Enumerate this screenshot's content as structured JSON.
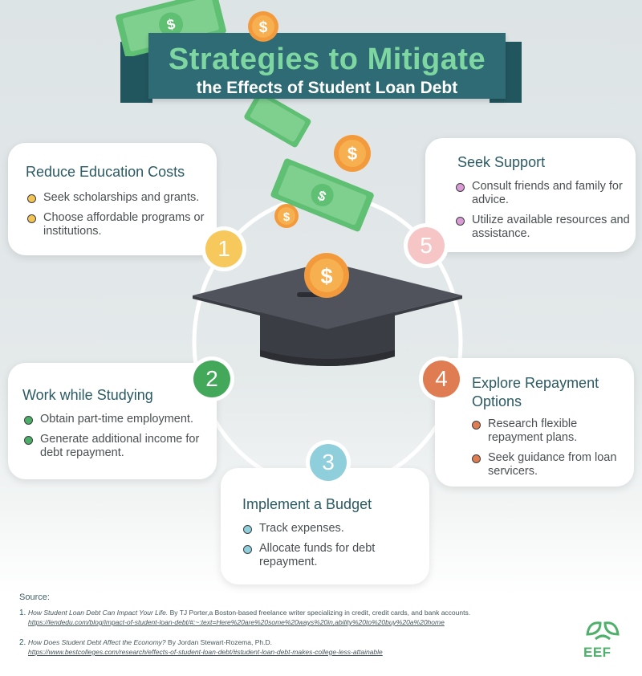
{
  "title": {
    "line1": "Strategies to Mitigate",
    "line2": "the Effects of Student Loan Debt"
  },
  "icons": {
    "money": "dollar-bill-icon",
    "coin": "dollar-coin-icon",
    "cap": "graduation-cap-icon",
    "logo": "eef-leaf-icon"
  },
  "colors": {
    "banner": "#2f6b74",
    "title_green": "#7ed6a0",
    "step1": "#f7c85c",
    "step2": "#43a85a",
    "step3": "#8fcfdc",
    "step4": "#e07c52",
    "step5": "#f6c6c6"
  },
  "steps": [
    {
      "number": "1",
      "title": "Reduce Education Costs",
      "items": [
        "Seek scholarships and grants.",
        "Choose affordable programs or institutions."
      ],
      "dot": "#f3c454"
    },
    {
      "number": "2",
      "title": "Work while Studying",
      "items": [
        "Obtain part-time employment.",
        "Generate additional income for debt repayment."
      ],
      "dot": "#4cae66"
    },
    {
      "number": "3",
      "title": "Implement a Budget",
      "items": [
        "Track expenses.",
        "Allocate funds for debt repayment."
      ],
      "dot": "#8fcfdc"
    },
    {
      "number": "4",
      "title": "Explore Repayment Options",
      "items": [
        "Research flexible repayment plans.",
        "Seek guidance from loan servicers."
      ],
      "dot": "#e07c52"
    },
    {
      "number": "5",
      "title": "Seek Support",
      "items": [
        "Consult friends and family for advice.",
        "Utilize available resources and assistance."
      ],
      "dot": "#d99bd4"
    }
  ],
  "sources": {
    "heading": "Source:",
    "items": [
      {
        "number": "1.",
        "title": "How Student Loan Debt Can Impact Your Life.",
        "author": "By TJ Porter,a Boston-based freelance writer specializing in credit, credit cards, and bank accounts.",
        "url": "https://lendedu.com/blog/impact-of-student-loan-debt/#:~:text=Here%20are%20some%20ways%20in,ability%20to%20buy%20a%20home"
      },
      {
        "number": "2.",
        "title": "How Does Student Debt Affect the Economy?",
        "author": "By Jordan Stewart-Rozema, Ph.D.",
        "url": "https://www.bestcolleges.com/research/effects-of-student-loan-debt/#student-loan-debt-makes-college-less-attainable"
      }
    ]
  },
  "logo": {
    "text": "EEF"
  }
}
